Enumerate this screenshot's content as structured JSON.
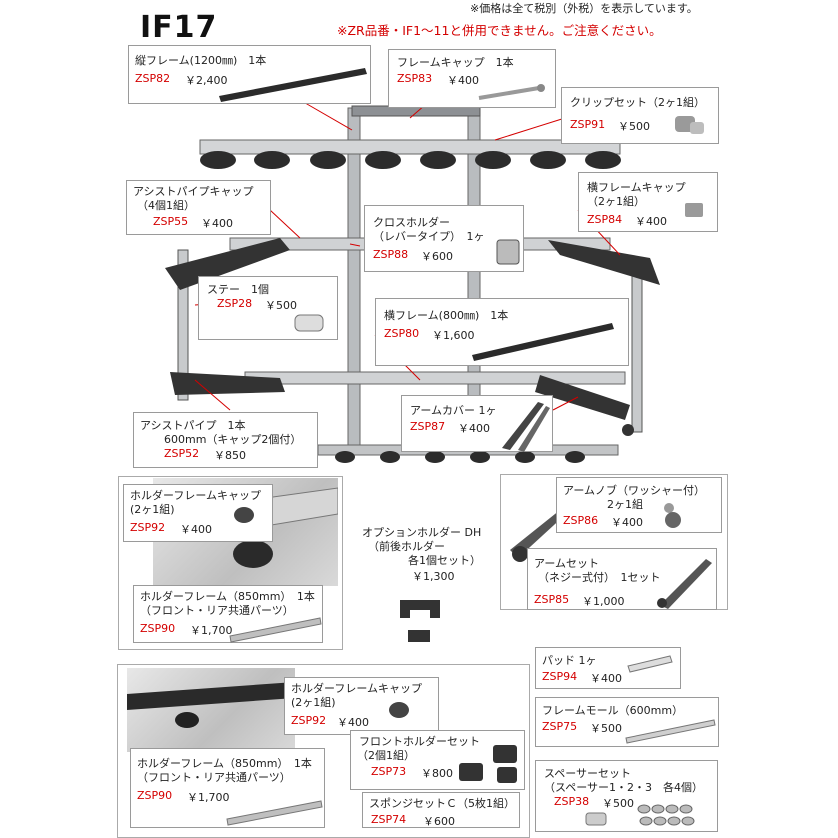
{
  "header": {
    "title": "IF17",
    "note_price": "※価格は全て税別（外税）を表示しています。",
    "note_warning": "※ZR品番・IF1～11と併用できません。ご注意ください。"
  },
  "parts": [
    {
      "label": "縦フレーム(1200㎜)　1本",
      "label2": "",
      "label3": "",
      "code": "ZSP82",
      "price": "￥2,400"
    },
    {
      "label": "フレームキャップ　1本",
      "label2": "",
      "label3": "",
      "code": "ZSP83",
      "price": "￥400"
    },
    {
      "label": "クリップセット（2ヶ1組）",
      "label2": "",
      "label3": "",
      "code": "ZSP91",
      "price": "￥500"
    },
    {
      "label": "アシストパイプキャップ",
      "label2": "（4個1組）",
      "label3": "",
      "code": "ZSP55",
      "price": "￥400"
    },
    {
      "label": "横フレームキャップ",
      "label2": "（2ヶ1組）",
      "label3": "",
      "code": "ZSP84",
      "price": "￥400"
    },
    {
      "label": "クロスホルダー",
      "label2": "（レバータイプ）　1ヶ",
      "label3": "",
      "code": "ZSP88",
      "price": "￥600"
    },
    {
      "label": "ステー　1個",
      "label2": "",
      "label3": "",
      "code": "ZSP28",
      "price": "￥500"
    },
    {
      "label": "横フレーム(800㎜)　1本",
      "label2": "",
      "label3": "",
      "code": "ZSP80",
      "price": "￥1,600"
    },
    {
      "label": "アームカバー 1ヶ",
      "label2": "",
      "label3": "",
      "code": "ZSP87",
      "price": "￥400"
    },
    {
      "label": "アシストパイプ　1本",
      "label2": "600mm（キャップ2個付）",
      "label3": "",
      "code": "ZSP52",
      "price": "￥850"
    },
    {
      "label": "ホルダーフレームキャップ",
      "label2": "(2ヶ1組)",
      "label3": "",
      "code": "ZSP92",
      "price": "￥400"
    },
    {
      "label": "ホルダーフレーム（850mm）　1本",
      "label2": "（フロント・リア共通パーツ）",
      "label3": "",
      "code": "ZSP90",
      "price": "￥1,700"
    },
    {
      "label": "オプションホルダー DH",
      "label2": "（前後ホルダー",
      "label3": "各1個セット）",
      "code": "",
      "price": "￥1,300"
    },
    {
      "label": "アームノブ（ワッシャー付）",
      "label2": "2ヶ1組",
      "label3": "",
      "code": "ZSP86",
      "price": "￥400"
    },
    {
      "label": "アームセット",
      "label2": "（ネジー式付）　1セット",
      "label3": "",
      "code": "ZSP85",
      "price": "￥1,000"
    },
    {
      "label": "パッド 1ヶ",
      "label2": "",
      "label3": "",
      "code": "ZSP94",
      "price": "￥400"
    },
    {
      "label": "フレームモール（600mm）",
      "label2": "",
      "label3": "",
      "code": "ZSP75",
      "price": "￥500"
    },
    {
      "label": "ホルダーフレームキャップ",
      "label2": "(2ヶ1組)",
      "label3": "",
      "code": "ZSP92",
      "price": "￥400"
    },
    {
      "label": "ホルダーフレーム（850mm）　1本",
      "label2": "（フロント・リア共通パーツ）",
      "label3": "",
      "code": "ZSP90",
      "price": "￥1,700"
    },
    {
      "label": "フロントホルダーセット",
      "label2": "（2個1組）",
      "label3": "",
      "code": "ZSP73",
      "price": "￥800"
    },
    {
      "label": "スペーサーセット",
      "label2": "（スペーサー1・2・3　各4個）",
      "label3": "",
      "code": "ZSP38",
      "price": "￥500"
    },
    {
      "label": "スポンジセットＣ（5枚1組）",
      "label2": "",
      "label3": "",
      "code": "ZSP74",
      "price": "￥600"
    }
  ],
  "colors": {
    "code": "#d40000",
    "warning": "#d40000",
    "frame": "#9a9a9a"
  }
}
